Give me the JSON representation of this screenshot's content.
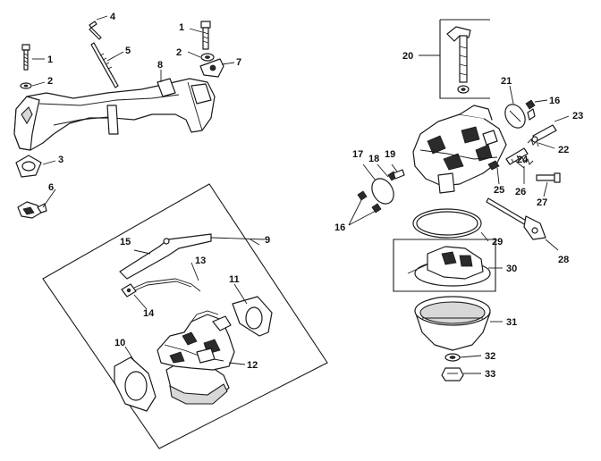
{
  "callouts": {
    "c1a": "1",
    "c2a": "2",
    "c4": "4",
    "c5": "5",
    "c8": "8",
    "c1b": "1",
    "c2b": "2",
    "c7": "7",
    "c3": "3",
    "c6": "6",
    "c9": "9",
    "c15": "15",
    "c13": "13",
    "c14": "14",
    "c11": "11",
    "c10": "10",
    "c12": "12",
    "c20": "20",
    "c21": "21",
    "c16a": "16",
    "c23": "23",
    "c22": "22",
    "c17": "17",
    "c18": "18",
    "c19": "19",
    "c24": "24",
    "c25": "25",
    "c26": "26",
    "c27": "27",
    "c16b": "16",
    "c29": "29",
    "c28": "28",
    "c30": "30",
    "c31": "31",
    "c32": "32",
    "c33": "33"
  },
  "colors": {
    "ink": "#1a1a1a",
    "paper": "#ffffff"
  }
}
